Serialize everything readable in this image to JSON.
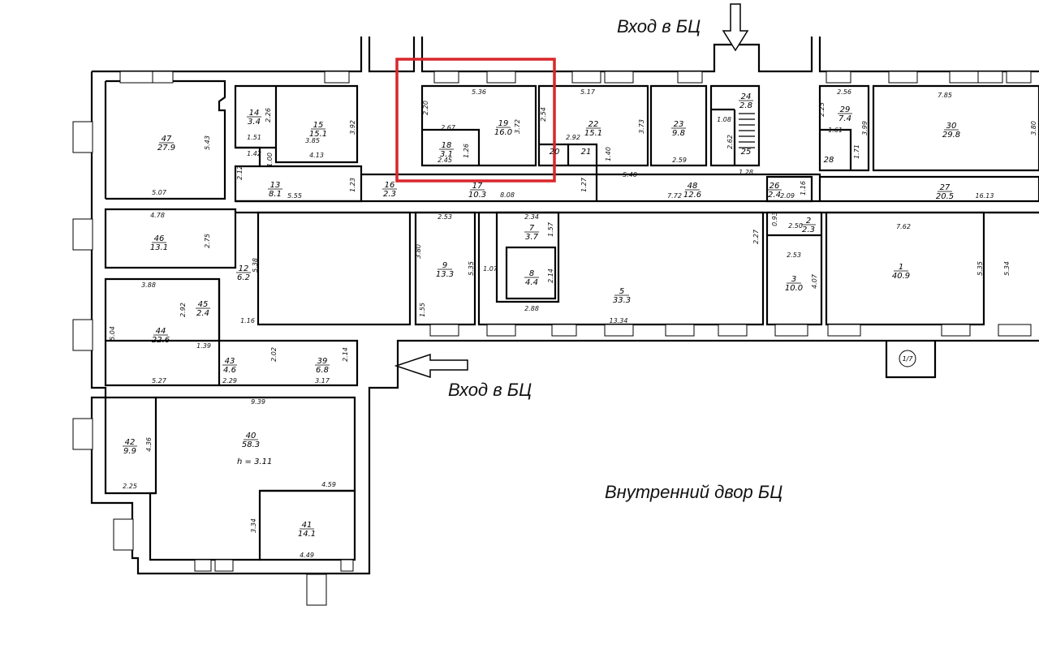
{
  "labels": {
    "entrance_top": "Вход в БЦ",
    "entrance_left": "Вход в БЦ",
    "courtyard": "Внутренний двор БЦ",
    "height_note": "h = 3.11",
    "stair_mark": "1/7"
  },
  "highlight_color": "#d9262c",
  "rooms": [
    {
      "id": "47",
      "area": "27.9"
    },
    {
      "id": "46",
      "area": "13.1"
    },
    {
      "id": "45",
      "area": "2.4"
    },
    {
      "id": "44",
      "area": "22.6"
    },
    {
      "id": "43",
      "area": "4.6"
    },
    {
      "id": "39",
      "area": "6.8"
    },
    {
      "id": "42",
      "area": "9.9"
    },
    {
      "id": "40",
      "area": "58.3"
    },
    {
      "id": "41",
      "area": "14.1"
    },
    {
      "id": "14",
      "area": "3.4"
    },
    {
      "id": "15",
      "area": "15.1"
    },
    {
      "id": "13",
      "area": "8.1"
    },
    {
      "id": "12",
      "area": "6.2"
    },
    {
      "id": "16",
      "area": "2.3"
    },
    {
      "id": "19",
      "area": "16.0"
    },
    {
      "id": "18",
      "area": "3.1"
    },
    {
      "id": "17",
      "area": "10.3"
    },
    {
      "id": "22",
      "area": "15.1"
    },
    {
      "id": "20",
      "area": ""
    },
    {
      "id": "21",
      "area": ""
    },
    {
      "id": "23",
      "area": "9.8"
    },
    {
      "id": "24",
      "area": "2.8"
    },
    {
      "id": "25",
      "area": ""
    },
    {
      "id": "48",
      "area": "12.6"
    },
    {
      "id": "26",
      "area": "2.4"
    },
    {
      "id": "29",
      "area": "7.4"
    },
    {
      "id": "28",
      "area": ""
    },
    {
      "id": "30",
      "area": "29.8"
    },
    {
      "id": "27",
      "area": "20.5"
    },
    {
      "id": "9",
      "area": "13.3"
    },
    {
      "id": "7",
      "area": "3.7"
    },
    {
      "id": "8",
      "area": "4.4"
    },
    {
      "id": "5",
      "area": "33.3"
    },
    {
      "id": "2",
      "area": "2.3"
    },
    {
      "id": "3",
      "area": "10.0"
    },
    {
      "id": "1",
      "area": "40.9"
    }
  ],
  "dims": [
    "5.43",
    "5.07",
    "4.78",
    "2.75",
    "3.88",
    "2.92",
    "5.04",
    "1.39",
    "5.27",
    "2.02",
    "2.29",
    "2.14",
    "3.17",
    "9.39",
    "4.36",
    "2.25",
    "4.59",
    "3.34",
    "4.49",
    "2.26",
    "1.51",
    "1.42",
    "1.00",
    "3.92",
    "3.85",
    "2.12",
    "4.13",
    "1.23",
    "5.55",
    "5.38",
    "1.16",
    "2.20",
    "5.36",
    "2.67",
    "3.72",
    "2.54",
    "1.26",
    "2.45",
    "8.08",
    "5.17",
    "3.73",
    "2.92",
    "1.40",
    "1.27",
    "5.40",
    "2.59",
    "1.08",
    "2.62",
    "1.28",
    "7.72",
    "2.09",
    "1.16",
    "2.56",
    "2.25",
    "1.61",
    "1.71",
    "3.99",
    "7.85",
    "3.80",
    "16.13",
    "2.53",
    "3.80",
    "5.35",
    "2.34",
    "1.57",
    "1.07",
    "2.14",
    "2.88",
    "1.55",
    "13.34",
    "0.93",
    "2.50",
    "2.27",
    "2.53",
    "4.07",
    "7.62",
    "5.35",
    "5.34"
  ]
}
